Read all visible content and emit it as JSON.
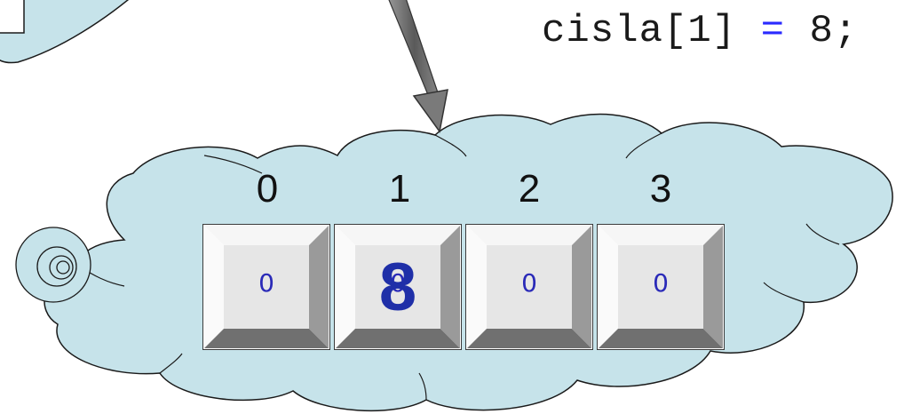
{
  "code": {
    "variable": "cisla[1]",
    "operator": "=",
    "value": "8;"
  },
  "array": {
    "indices": [
      "0",
      "1",
      "2",
      "3"
    ],
    "values": [
      "0",
      "0",
      "0",
      "0"
    ],
    "assigned_index": 1,
    "assigned_value": "8"
  },
  "colors": {
    "cloud_fill": "#c6e3ea",
    "cloud_stroke": "#1a1a1a",
    "text_values": "#2a2ab8",
    "assigned_value": "#1f2fa8",
    "operator": "#2a2aff",
    "arrow": "#555555",
    "cell_face": "#e6e6e6"
  }
}
